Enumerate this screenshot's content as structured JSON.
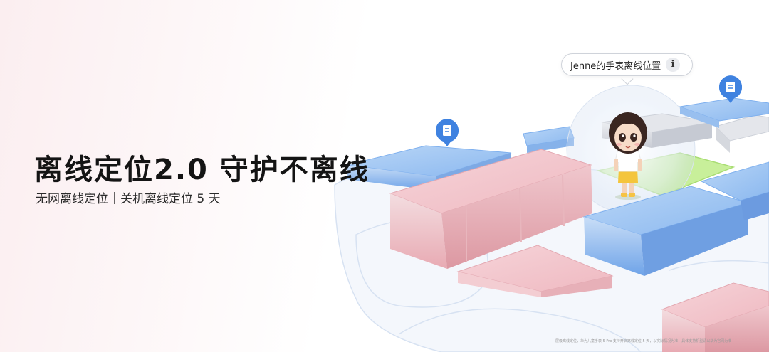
{
  "headline": "离线定位2.0 守护不离线",
  "subline": "无网离线定位｜关机离线定位 5 天",
  "location_bubble": {
    "label": "Jenne的手表离线位置",
    "info_glyph": "i"
  },
  "disclaimer": "层级离线定位，华为儿童手表 5 Pro 支持开启离线定位 5 天，以实际情况为准，具体支持机型请以华为官网为准",
  "map_pins": [
    "document-pin-icon",
    "document-pin-icon"
  ],
  "colors": {
    "pink_building": "#f2c9cf",
    "blue_building": "#9fc4f2",
    "grey_building": "#d9dce3",
    "green_field": "#c8ef9a",
    "pin_blue": "#3f82e0"
  }
}
